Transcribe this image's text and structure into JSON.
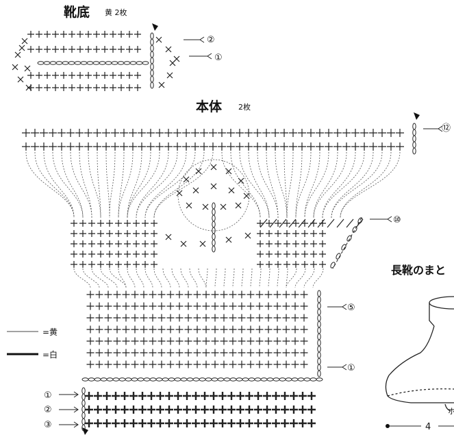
{
  "sole": {
    "title": "靴底",
    "subtitle": "黄 2枚",
    "row_labels": [
      "②",
      "①"
    ]
  },
  "body": {
    "title": "本体",
    "subtitle": "2枚",
    "right_row_labels": [
      "⑫",
      "⑩",
      "⑤",
      "①"
    ],
    "left_row_labels": [
      "①",
      "②",
      "③"
    ]
  },
  "legend": {
    "yellow_label": "=黄",
    "white_label": "=白"
  },
  "inset": {
    "title": "長靴のまと",
    "dim_number": "4",
    "side_char": "ホ"
  }
}
